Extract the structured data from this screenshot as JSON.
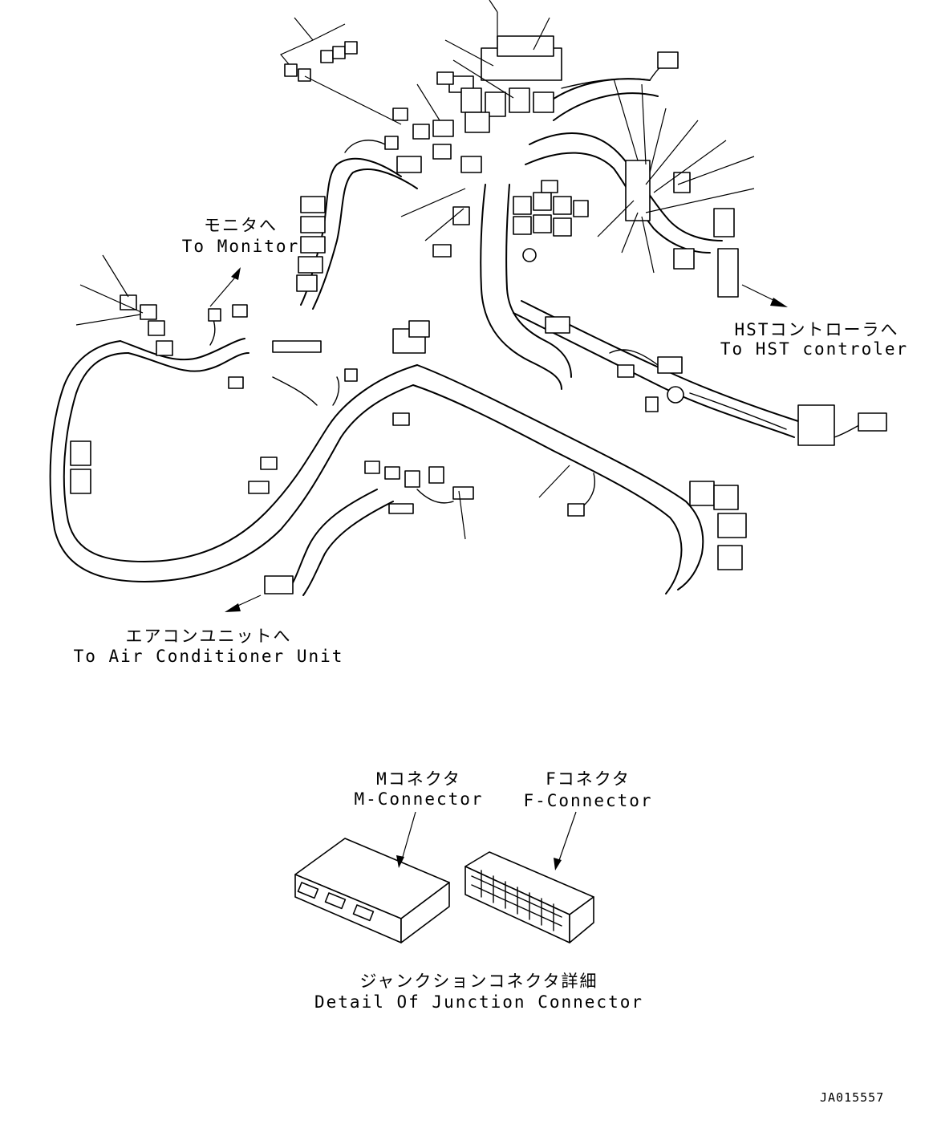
{
  "labels": {
    "monitor": {
      "jp": "モニタへ",
      "en": "To Monitor"
    },
    "hst": {
      "jp": "HSTコントローラへ",
      "en": "To HST controler"
    },
    "aircon": {
      "jp": "エアコンユニットへ",
      "en": "To Air Conditioner Unit"
    },
    "m_connector": {
      "jp": "Mコネクタ",
      "en": "M-Connector"
    },
    "f_connector": {
      "jp": "Fコネクタ",
      "en": "F-Connector"
    },
    "detail": {
      "jp": "ジャンクションコネクタ詳細",
      "en": "Detail Of Junction Connector"
    }
  },
  "drawing_code": "JA015557"
}
